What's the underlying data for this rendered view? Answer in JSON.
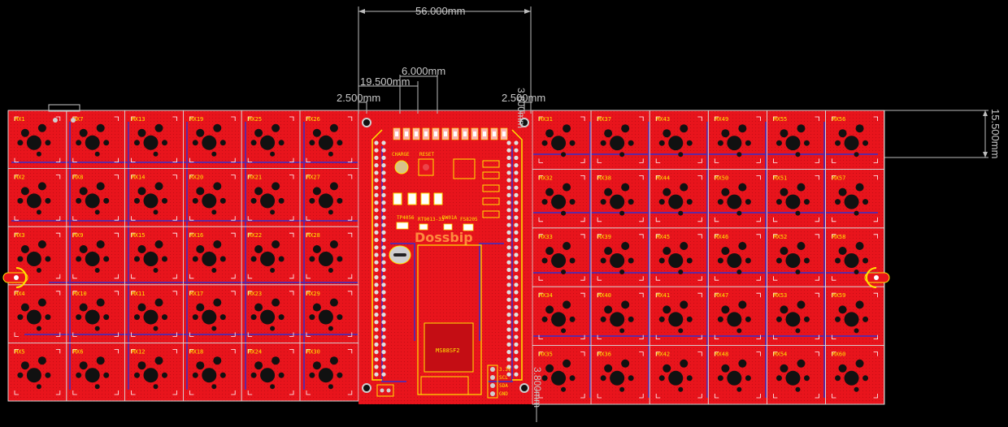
{
  "dimensions": {
    "top_width": "56.000mm",
    "center_offset": "6.000mm",
    "left_offset": "19.500mm",
    "left_edge": "2.500mm",
    "right_edge": "2.500mm",
    "top_edge": "3.800mm",
    "bottom_edge": "3.800mm",
    "right_height": "15.500mm"
  },
  "left_keys": [
    [
      "MX1",
      "MX7",
      "MX13",
      "MX19",
      "MX25",
      "MX26"
    ],
    [
      "MX2",
      "MX8",
      "MX14",
      "MX20",
      "MX21",
      "MX27"
    ],
    [
      "MX3",
      "MX9",
      "MX15",
      "MX16",
      "MX22",
      "MX28"
    ],
    [
      "MX4",
      "MX10",
      "MX11",
      "MX17",
      "MX23",
      "MX29"
    ],
    [
      "MX5",
      "MX6",
      "MX12",
      "MX18",
      "MX24",
      "MX30"
    ]
  ],
  "right_keys": [
    [
      "MX31",
      "MX37",
      "MX43",
      "MX49",
      "MX55",
      "MX56"
    ],
    [
      "MX32",
      "MX38",
      "MX44",
      "MX50",
      "MX51",
      "MX57"
    ],
    [
      "MX33",
      "MX39",
      "MX45",
      "MX46",
      "MX52",
      "MX58"
    ],
    [
      "MX34",
      "MX40",
      "MX41",
      "MX47",
      "MX53",
      "MX59"
    ],
    [
      "MX35",
      "MX36",
      "MX42",
      "MX48",
      "MX54",
      "MX60"
    ]
  ],
  "center": {
    "charge_label": "CHARGE",
    "reset_label": "RESET",
    "chip_labels": [
      "TP4056",
      "RT9013-33",
      "DW01A",
      "FS8205"
    ],
    "mcu_label": "MS88SF2",
    "logo_text": "Dossbip",
    "pin_labels": [
      "3.3V",
      "SCL",
      "SDA",
      "GND"
    ]
  },
  "colors": {
    "background": "#000000",
    "copper": "#e8141c",
    "silkscreen": "#ffe600",
    "traces": "#5a2aa8",
    "outline": "#c8c8c8"
  }
}
